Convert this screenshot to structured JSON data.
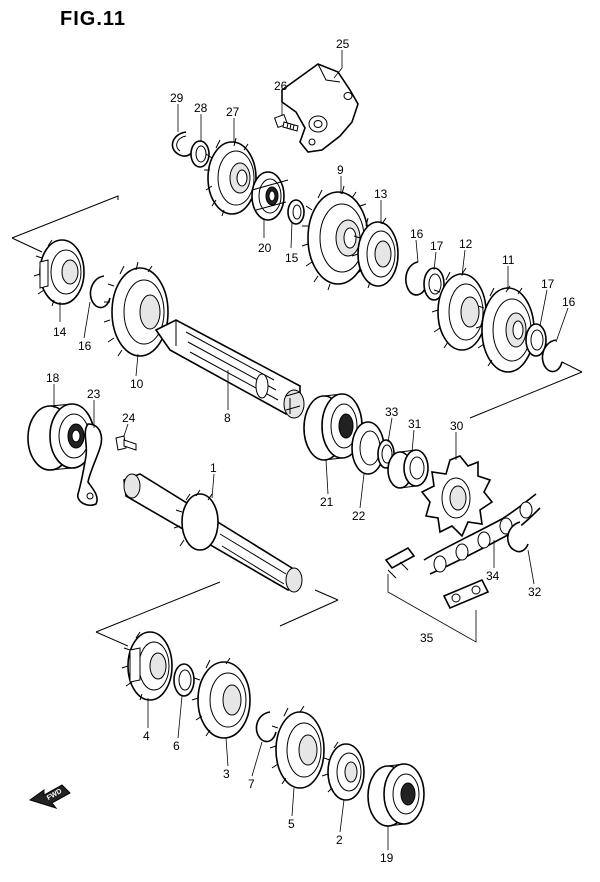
{
  "figure": {
    "title": "FIG.11"
  },
  "fwd_badge": {
    "label": "FWD"
  },
  "callouts": [
    {
      "id": "p25",
      "text": "25"
    },
    {
      "id": "p26",
      "text": "26"
    },
    {
      "id": "p29",
      "text": "29"
    },
    {
      "id": "p28",
      "text": "28"
    },
    {
      "id": "p27",
      "text": "27"
    },
    {
      "id": "p9",
      "text": "9"
    },
    {
      "id": "p13",
      "text": "13"
    },
    {
      "id": "p20",
      "text": "20"
    },
    {
      "id": "p15",
      "text": "15"
    },
    {
      "id": "p16a",
      "text": "16"
    },
    {
      "id": "p17a",
      "text": "17"
    },
    {
      "id": "p12",
      "text": "12"
    },
    {
      "id": "p11",
      "text": "11"
    },
    {
      "id": "p17b",
      "text": "17"
    },
    {
      "id": "p16b",
      "text": "16"
    },
    {
      "id": "p14",
      "text": "14"
    },
    {
      "id": "p16c",
      "text": "16"
    },
    {
      "id": "p10",
      "text": "10"
    },
    {
      "id": "p8",
      "text": "8"
    },
    {
      "id": "p18",
      "text": "18"
    },
    {
      "id": "p23",
      "text": "23"
    },
    {
      "id": "p24",
      "text": "24"
    },
    {
      "id": "p1",
      "text": "1"
    },
    {
      "id": "p33",
      "text": "33"
    },
    {
      "id": "p31",
      "text": "31"
    },
    {
      "id": "p30",
      "text": "30"
    },
    {
      "id": "p21",
      "text": "21"
    },
    {
      "id": "p22",
      "text": "22"
    },
    {
      "id": "p34",
      "text": "34"
    },
    {
      "id": "p32",
      "text": "32"
    },
    {
      "id": "p35",
      "text": "35"
    },
    {
      "id": "p4",
      "text": "4"
    },
    {
      "id": "p6",
      "text": "6"
    },
    {
      "id": "p3",
      "text": "3"
    },
    {
      "id": "p7",
      "text": "7"
    },
    {
      "id": "p5",
      "text": "5"
    },
    {
      "id": "p2",
      "text": "2"
    },
    {
      "id": "p19",
      "text": "19"
    }
  ]
}
